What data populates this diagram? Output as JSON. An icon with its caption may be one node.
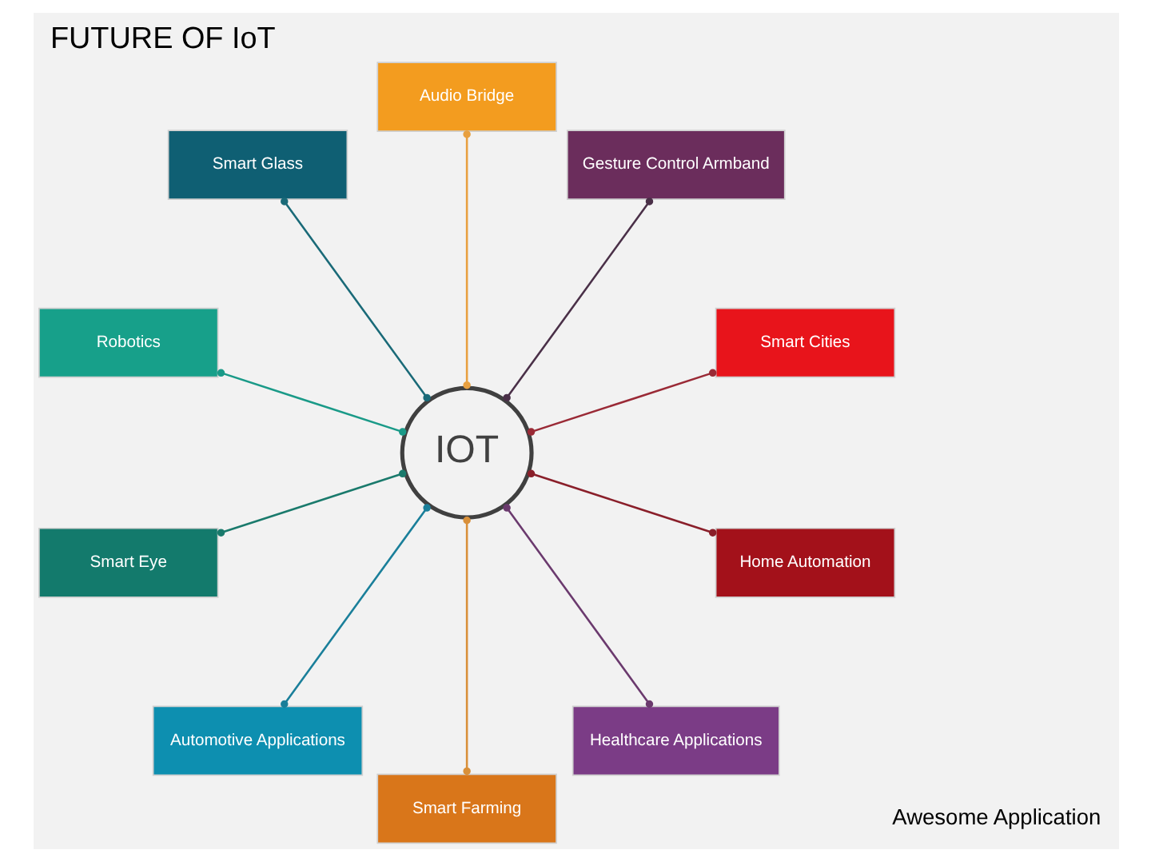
{
  "diagram": {
    "title": "FUTURE OF IoT",
    "nodes": [
      {
        "text": [
          "IOT"
        ]
      },
      {
        "text": [
          "Smart Cities"
        ]
      },
      {
        "text": [
          "Gesture Control Armband"
        ]
      },
      {
        "text": [
          "Audio Bridge"
        ]
      },
      {
        "text": [
          "Smart Glass"
        ]
      },
      {
        "text": [
          "Robotics"
        ]
      },
      {
        "text": [
          "Smart Eye"
        ]
      },
      {
        "text": [
          "Automotive Applications"
        ]
      },
      {
        "text": [
          "Smart Farming"
        ]
      },
      {
        "text": [
          "Healthcare Applications"
        ]
      },
      {
        "text": [
          "Home Automation"
        ]
      }
    ],
    "edges": [
      {
        "from": 0,
        "to": 5,
        "arrow": "other",
        "color": "#1a9a88"
      },
      {
        "from": 0,
        "to": 3,
        "arrow": "other",
        "color": "#e8a040"
      },
      {
        "from": 0,
        "to": 1,
        "arrow": "other",
        "color": "#9a2a36"
      },
      {
        "from": 0,
        "to": 2,
        "arrow": "other",
        "color": "#4a3048"
      },
      {
        "from": 0,
        "to": 4,
        "arrow": "other",
        "color": "#1a6a78"
      },
      {
        "from": 0,
        "to": 6,
        "arrow": "other",
        "color": "#1a7a6c"
      },
      {
        "from": 0,
        "to": 8,
        "arrow": "other",
        "color": "#d9903a"
      },
      {
        "from": 0,
        "to": 10,
        "arrow": "other",
        "color": "#8a1f2a"
      },
      {
        "from": 0,
        "to": 9,
        "arrow": "other",
        "color": "#6b3a6e"
      },
      {
        "from": 0,
        "to": 7,
        "arrow": "other",
        "color": "#1a7f9a"
      }
    ],
    "labels": [
      "Awesome Application"
    ]
  }
}
